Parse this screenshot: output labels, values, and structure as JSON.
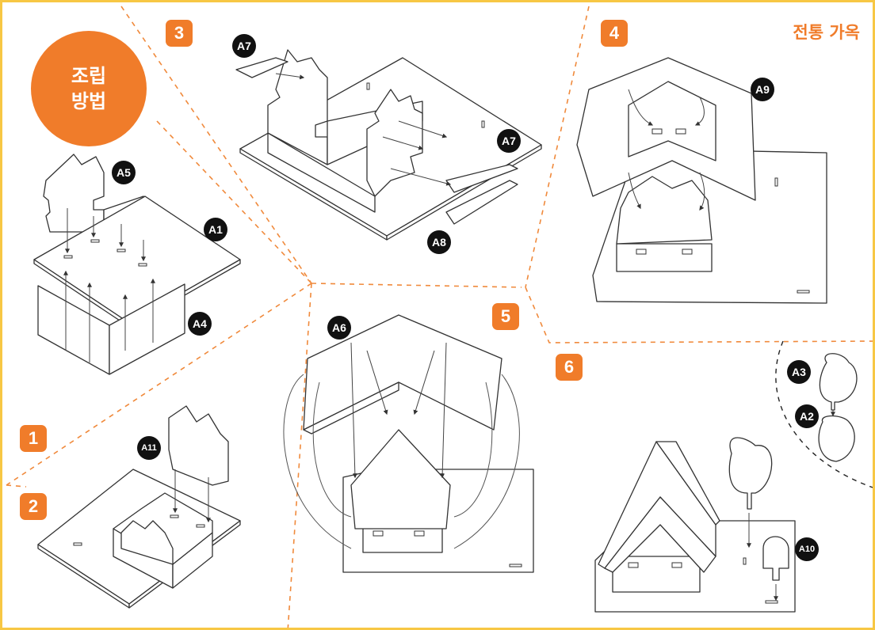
{
  "title": {
    "line1": "조립",
    "line2": "방법"
  },
  "subject": "전통 가옥",
  "steps": [
    "1",
    "2",
    "3",
    "4",
    "5",
    "6"
  ],
  "parts": {
    "a1": "A1",
    "a2": "A2",
    "a3": "A3",
    "a4": "A4",
    "a5": "A5",
    "a6": "A6",
    "a7_top": "A7",
    "a7_right": "A7",
    "a8": "A8",
    "a9": "A9",
    "a10": "A10",
    "a11": "A11"
  },
  "colors": {
    "accent": "#f07c2a",
    "frame": "#f7c744",
    "label_bg": "#111111"
  }
}
